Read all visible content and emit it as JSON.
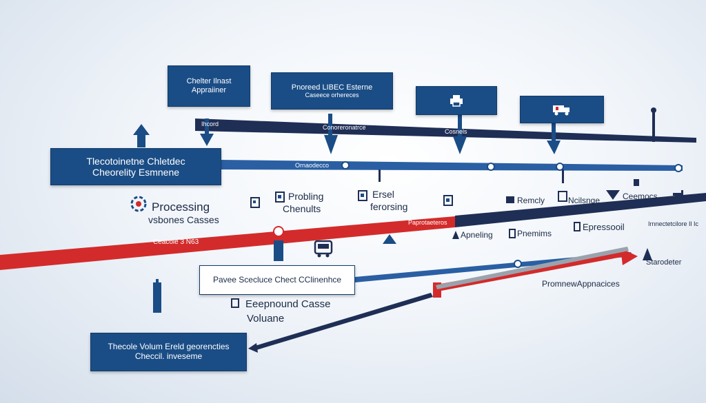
{
  "top_boxes": [
    {
      "line1": "Chelter Ilnast",
      "line2": "Appraiiner"
    },
    {
      "line1": "Pnoreed LIBEC Esterne",
      "line2": "Caseece orhereces"
    },
    {
      "icon": "printer-icon"
    },
    {
      "icon": "truck-icon"
    }
  ],
  "left_box": {
    "line1": "Tlecotoinetne Chletdec",
    "line2": "Cheorelity Esmnene"
  },
  "bands": {
    "band1_label": "Ihcord",
    "band1_center": "Conoreronatrce",
    "band1_right": "Cosnels",
    "band2_label": "Ornaodecco",
    "red_label": "Ceacole 3 N63",
    "red_center": "Paprotaeteros",
    "right_label": "Irnnectetcilore Il Ic"
  },
  "labels": {
    "processing": "Processing",
    "vsbones": "vsbones Casses",
    "probling": "Probling",
    "chenults": "Chenults",
    "ersel": "Ersel",
    "ferorsing": "ferorsing",
    "remcly": "Remcly",
    "ncilsnge": "Ncilsnge",
    "ceemocs": "Ceemocs",
    "apneling": "Apneling",
    "pnemims": "Pnemims",
    "epressooil": "Epressooil",
    "starodeter": "Starodeter",
    "promnewappnacices": "PromnewAppnacices",
    "eeepnound": "Eeepnound Casse",
    "voluane": "Voluane",
    "pavee": "Pavee Scecluce Chect CClinenhce"
  },
  "bottom_box": {
    "line1": "Thecole Volum Ereld georencties",
    "line2": "Checcil. inveseme"
  },
  "colors": {
    "navy": "#1a4d86",
    "dark_navy": "#1f2e55",
    "red": "#d32b2b",
    "white": "#ffffff"
  }
}
